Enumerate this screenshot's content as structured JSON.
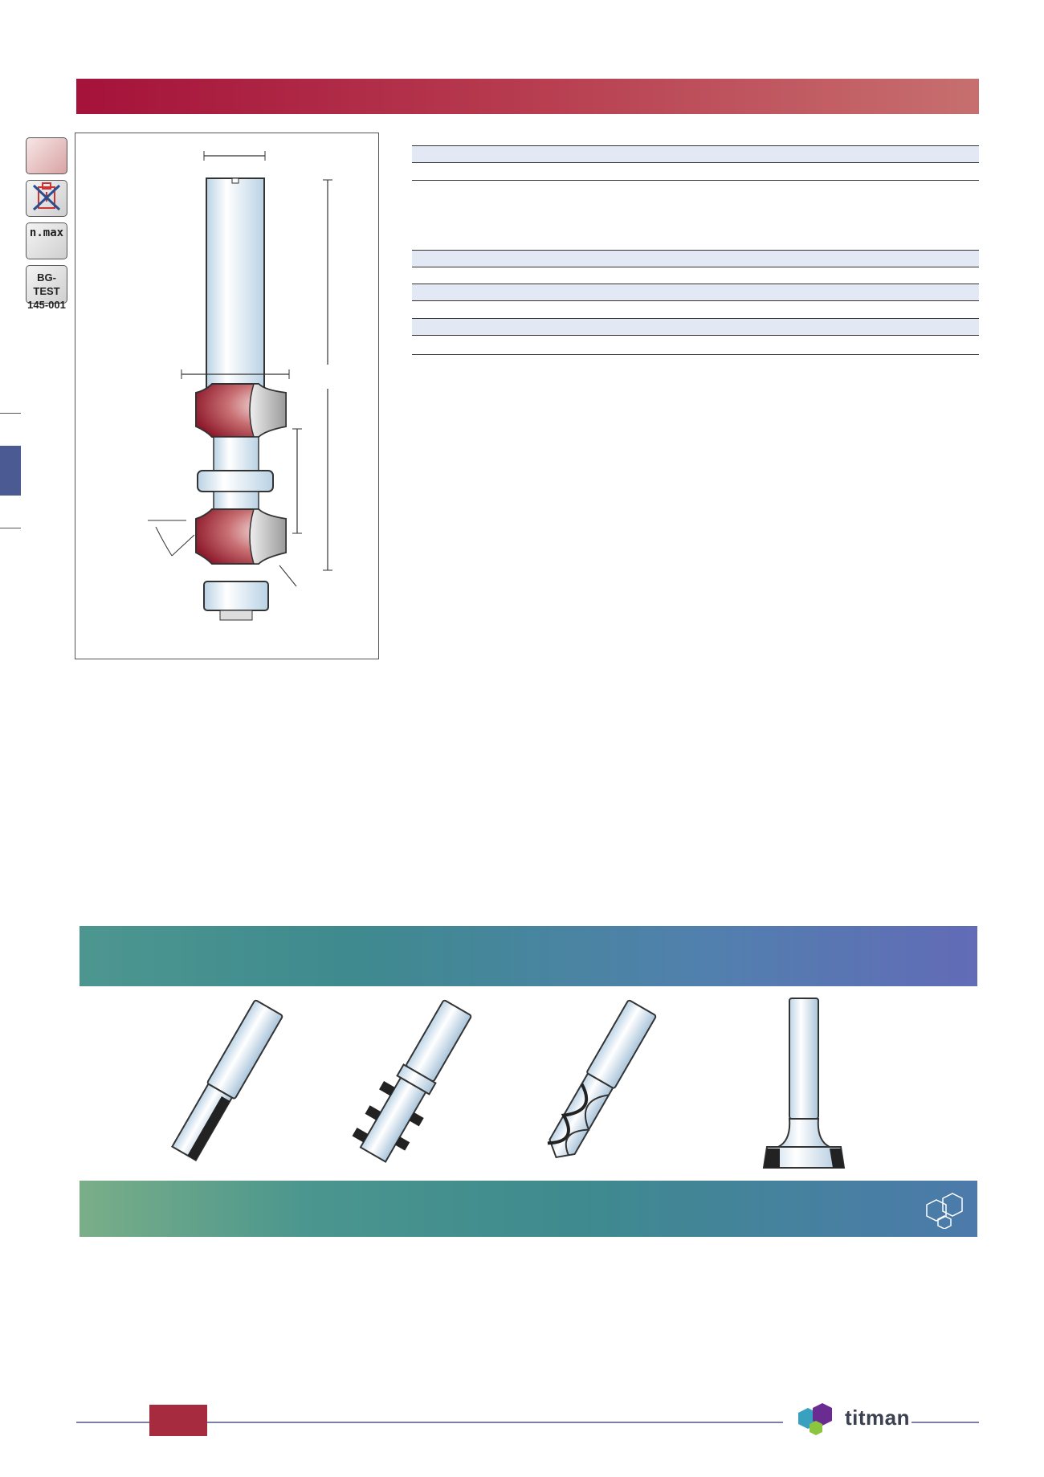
{
  "header": {
    "accent_color": "#a5123a"
  },
  "side_icons": [
    {
      "name": "material-swatch-icon"
    },
    {
      "name": "no-hand-feed-icon"
    },
    {
      "name": "nmax-icon",
      "label": "n.max"
    },
    {
      "name": "test-cert-icon",
      "line1": "BG-TEST",
      "line2": "145-001"
    }
  ],
  "section_colors": {
    "teal": "#3e8a8e",
    "blue": "#626bb7",
    "footer_red": "#a72b3f"
  },
  "logo": {
    "text": "titman"
  }
}
